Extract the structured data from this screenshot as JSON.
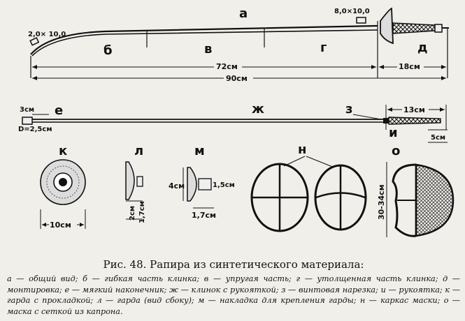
{
  "letters": {
    "a": "а",
    "b": "б",
    "v": "в",
    "g": "г",
    "d": "д",
    "e": "е",
    "zh": "ж",
    "z": "з",
    "i": "и",
    "k": "к",
    "l": "л",
    "m": "м",
    "n": "н",
    "o": "о"
  },
  "dims": {
    "tip_size": "2,0× 10,0",
    "guard_block": "8,0×10,0",
    "blade_len": "72см",
    "hilt_len": "18см",
    "total_len": "90см",
    "soft_tip": "3см",
    "tip_diam": "D=2,5см",
    "grip_len": "13см",
    "grip_end": "5см",
    "k_width": "10см",
    "l_h1": "2см",
    "l_h2": "1,7см",
    "m_h": "4см",
    "m_w1": "1,5см",
    "m_w2": "1,7см",
    "o_h": "30-34см"
  },
  "caption": "Рис. 48. Рапира из синтетического материала:",
  "legend": [
    "а — общий вид;",
    "б — гибкая часть клинка;",
    "в — упругая часть;",
    "г — утолщенная часть клинка;",
    "д — монтировка;",
    "е — мягкий наконечник;",
    "ж — клинок с рукояткой;",
    "з — винтовая нарезка;",
    "и — рукоятка;",
    "к — гарда с прокладкой;",
    "л — гарда (вид сбоку);",
    "м — накладка для крепления гарды;",
    "н — каркас маски;",
    "о — маска с сеткой из капрона."
  ]
}
